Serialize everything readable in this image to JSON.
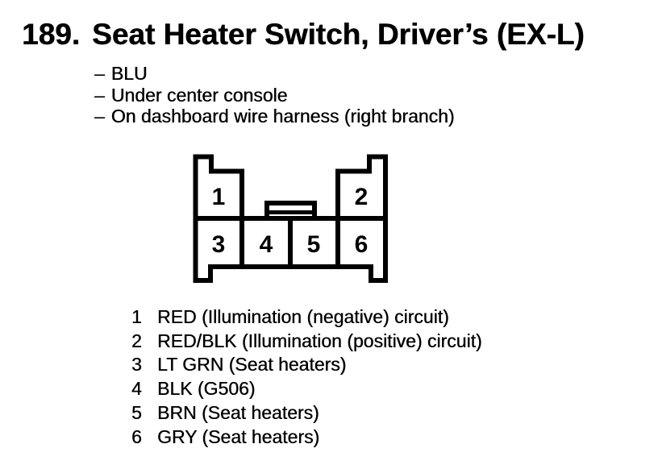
{
  "header": {
    "number": "189.",
    "title": "Seat Heater Switch, Driver’s (EX-L)"
  },
  "details": {
    "dash": "–",
    "items": [
      "BLU",
      "Under center console",
      "On dashboard wire harness (right branch)"
    ]
  },
  "connector": {
    "cavities": [
      "1",
      "2",
      "3",
      "4",
      "5",
      "6"
    ]
  },
  "pins": [
    {
      "num": "1",
      "desc": "RED (Illumination (negative) circuit)"
    },
    {
      "num": "2",
      "desc": "RED/BLK (Illumination (positive) circuit)"
    },
    {
      "num": "3",
      "desc": "LT GRN (Seat heaters)"
    },
    {
      "num": "4",
      "desc": "BLK (G506)"
    },
    {
      "num": "5",
      "desc": "BRN (Seat heaters)"
    },
    {
      "num": "6",
      "desc": "GRY (Seat heaters)"
    }
  ],
  "colors": {
    "ink": "#000000",
    "paper": "#ffffff"
  }
}
